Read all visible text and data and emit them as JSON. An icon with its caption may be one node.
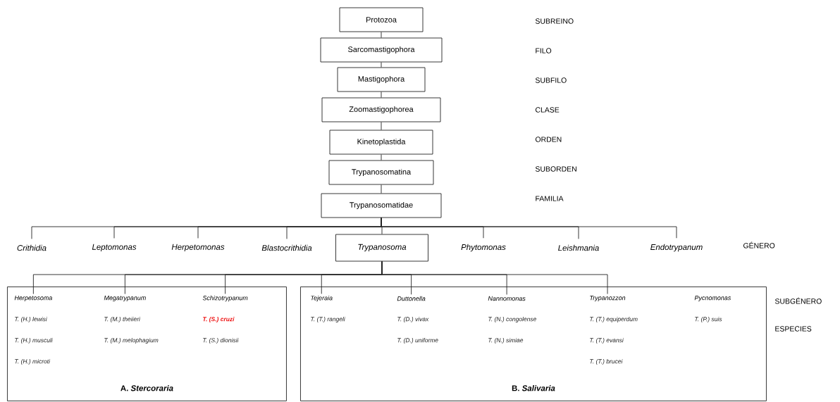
{
  "diagram": {
    "nodes": [
      {
        "text": [
          "Protozoa"
        ]
      },
      {
        "text": [
          "Sarcomastigophora"
        ]
      },
      {
        "text": [
          "Mastigophora"
        ]
      },
      {
        "text": [
          "Zoomastigophorea"
        ]
      },
      {
        "text": [
          "Kinetoplastida"
        ]
      },
      {
        "text": [
          "Trypanosomatina"
        ]
      },
      {
        "text": [
          "Trypanosomatidae"
        ]
      },
      {
        "text": [
          "Crithidia"
        ]
      },
      {
        "text": [
          "Leptomonas"
        ]
      },
      {
        "text": [
          "Herpetomonas"
        ]
      },
      {
        "text": [
          "Blastocrithidia"
        ]
      },
      {
        "text": [
          "Trypanosoma"
        ]
      },
      {
        "text": [
          "Phytomonas"
        ]
      },
      {
        "text": [
          "Leishmania"
        ]
      },
      {
        "text": [
          "Endotrypanum"
        ]
      },
      {
        "text": [
          "A. *Stercoraria*"
        ]
      },
      {
        "text": [
          "B. *Salivaria*"
        ]
      },
      {
        "text": [
          "Herpetosoma"
        ],
        "in": 15,
        "beside": [
          "T. (H.) lewisi",
          "T. (H.) musculi",
          "T. (H.) microti"
        ]
      },
      {
        "text": [
          "Megatrypanum"
        ],
        "in": 15,
        "beside": [
          "T. (M.) theiieri",
          "T. (M.) melophagium"
        ]
      },
      {
        "text": [
          "Schizotrypanum"
        ],
        "in": 15,
        "beside": [
          "T. (S.) cruzi",
          "T. (S.) dionisii"
        ]
      },
      {
        "text": [
          "Tejeraia"
        ],
        "in": 16,
        "beside": [
          "T. (T.) rangeli"
        ]
      },
      {
        "text": [
          "Duttonella"
        ],
        "in": 16,
        "beside": [
          "T. (D.) vivax",
          "T. (D.) uniforme"
        ]
      },
      {
        "text": [
          "Nannomonas"
        ],
        "in": 16,
        "beside": [
          "T. (N.) congolense",
          "T. (N.) simiae"
        ]
      },
      {
        "text": [
          "Trypanozzon"
        ],
        "in": 16,
        "beside": [
          "T. (T.) equiperdum",
          "T. (T.) evansi",
          "T. (T.) brucei"
        ]
      },
      {
        "text": [
          "Pycnomonas"
        ],
        "in": 16,
        "beside": [
          "T. (P.) suis"
        ]
      }
    ],
    "edges": [
      {
        "from": 0,
        "to": 1,
        "arrow": "none"
      },
      {
        "from": 1,
        "to": 2,
        "arrow": "none"
      },
      {
        "from": 2,
        "to": 3,
        "arrow": "none"
      },
      {
        "from": 3,
        "to": 4,
        "arrow": "none"
      },
      {
        "from": 4,
        "to": 5,
        "arrow": "none"
      },
      {
        "from": 5,
        "to": 6,
        "arrow": "none"
      },
      {
        "from": 6,
        "to": 7,
        "arrow": "none"
      },
      {
        "from": 6,
        "to": 8,
        "arrow": "none"
      },
      {
        "from": 6,
        "to": 9,
        "arrow": "none"
      },
      {
        "from": 6,
        "to": 10,
        "arrow": "none"
      },
      {
        "from": 6,
        "to": 11,
        "arrow": "none"
      },
      {
        "from": 6,
        "to": 12,
        "arrow": "none"
      },
      {
        "from": 6,
        "to": 13,
        "arrow": "none"
      },
      {
        "from": 6,
        "to": 14,
        "arrow": "none"
      },
      {
        "from": 11,
        "to": 17,
        "arrow": "none"
      },
      {
        "from": 11,
        "to": 18,
        "arrow": "none"
      },
      {
        "from": 11,
        "to": 19,
        "arrow": "none"
      },
      {
        "from": 11,
        "to": 20,
        "arrow": "none"
      },
      {
        "from": 11,
        "to": 21,
        "arrow": "none"
      },
      {
        "from": 11,
        "to": 22,
        "arrow": "none"
      },
      {
        "from": 11,
        "to": 23,
        "arrow": "none"
      }
    ],
    "labels": [
      "SUBREINO",
      "FILO",
      "SUBFILO",
      "CLASE",
      "ORDEN",
      "SUBORDEN",
      "FAMILIA",
      "GÉNERO",
      "SUBGÉNERO",
      "ESPECIES"
    ]
  }
}
